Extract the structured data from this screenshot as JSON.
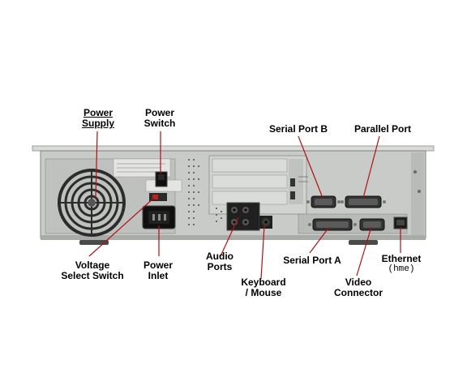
{
  "labels": {
    "power_supply_1": "Power",
    "power_supply_2": "Supply",
    "power_switch_1": "Power",
    "power_switch_2": "Switch",
    "serial_port_b": "Serial Port B",
    "parallel_port": "Parallel Port",
    "voltage_select_1": "Voltage",
    "voltage_select_2": "Select Switch",
    "power_inlet_1": "Power",
    "power_inlet_2": "Inlet",
    "audio_ports_1": "Audio",
    "audio_ports_2": "Ports",
    "serial_port_a": "Serial Port A",
    "ethernet_1": "Ethernet",
    "ethernet_2": "(hme)",
    "keyboard_mouse_1": "Keyboard",
    "keyboard_mouse_2": "/ Mouse",
    "video_connector_1": "Video",
    "video_connector_2": "Connector"
  },
  "colors": {
    "chassis": "#c9cbc8",
    "chassis_dark": "#9ea09e",
    "leader_red": "#b01010",
    "connector_black": "#1a1a1a"
  }
}
